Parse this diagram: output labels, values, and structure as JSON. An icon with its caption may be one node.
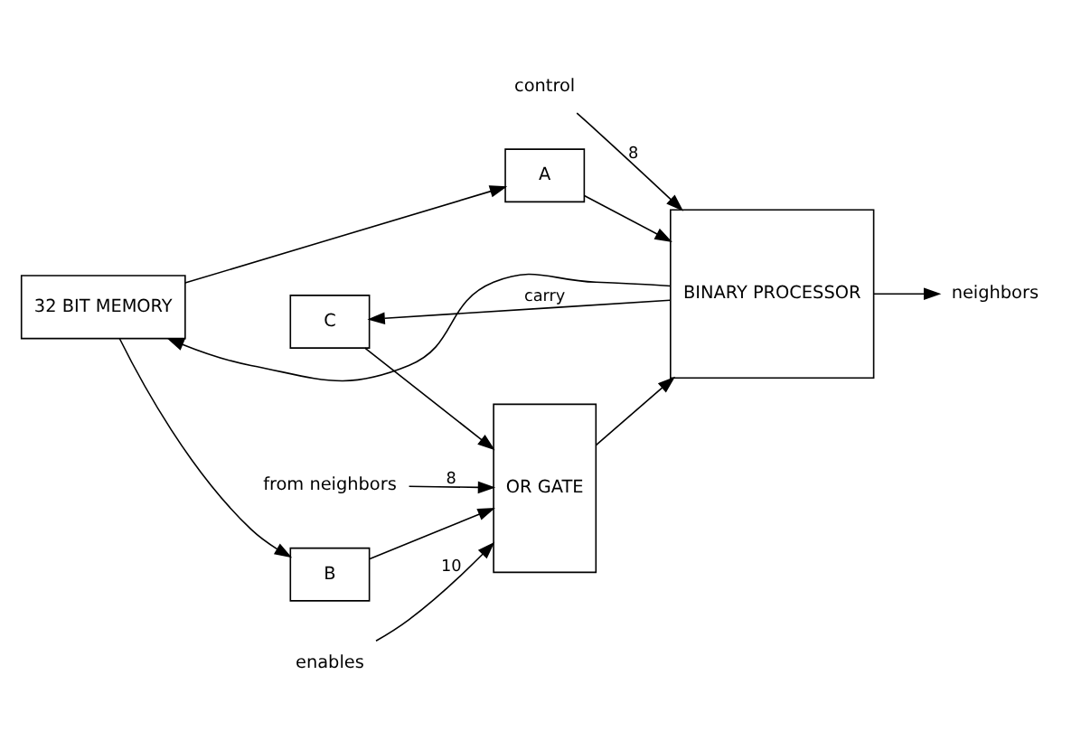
{
  "diagram": {
    "nodes": [
      {
        "text": [
          "32 BIT MEMORY"
        ]
      },
      {
        "text": [
          "B"
        ]
      },
      {
        "text": [
          "OR GATE"
        ]
      },
      {
        "text": [
          "A"
        ]
      },
      {
        "text": [
          "BINARY PROCESSOR"
        ]
      },
      {
        "text": [
          "C"
        ]
      },
      {
        "text": [
          "from neighbors"
        ]
      },
      {
        "text": [
          "neighbors"
        ]
      },
      {
        "text": [
          "enables"
        ]
      },
      {
        "text": [
          "control"
        ]
      }
    ],
    "edges": [
      {
        "from": 0,
        "to": 1,
        "arrow": "to"
      },
      {
        "from": 0,
        "to": 3,
        "arrow": "to"
      },
      {
        "from": 4,
        "to": 0,
        "arrow": "to"
      },
      {
        "from": 1,
        "to": 2,
        "arrow": "to"
      },
      {
        "from": 6,
        "to": 2,
        "arrow": "to",
        "label": "8"
      },
      {
        "from": 5,
        "to": 2,
        "arrow": "to"
      },
      {
        "from": 2,
        "to": 4,
        "arrow": "to"
      },
      {
        "from": 3,
        "to": 4,
        "arrow": "to"
      },
      {
        "from": 4,
        "to": 7,
        "arrow": "to"
      },
      {
        "from": 4,
        "to": 5,
        "arrow": "to",
        "label": "carry"
      },
      {
        "from": 8,
        "to": 2,
        "arrow": "to",
        "label": "10"
      },
      {
        "from": 9,
        "to": 4,
        "arrow": "to",
        "label": "8"
      }
    ]
  }
}
